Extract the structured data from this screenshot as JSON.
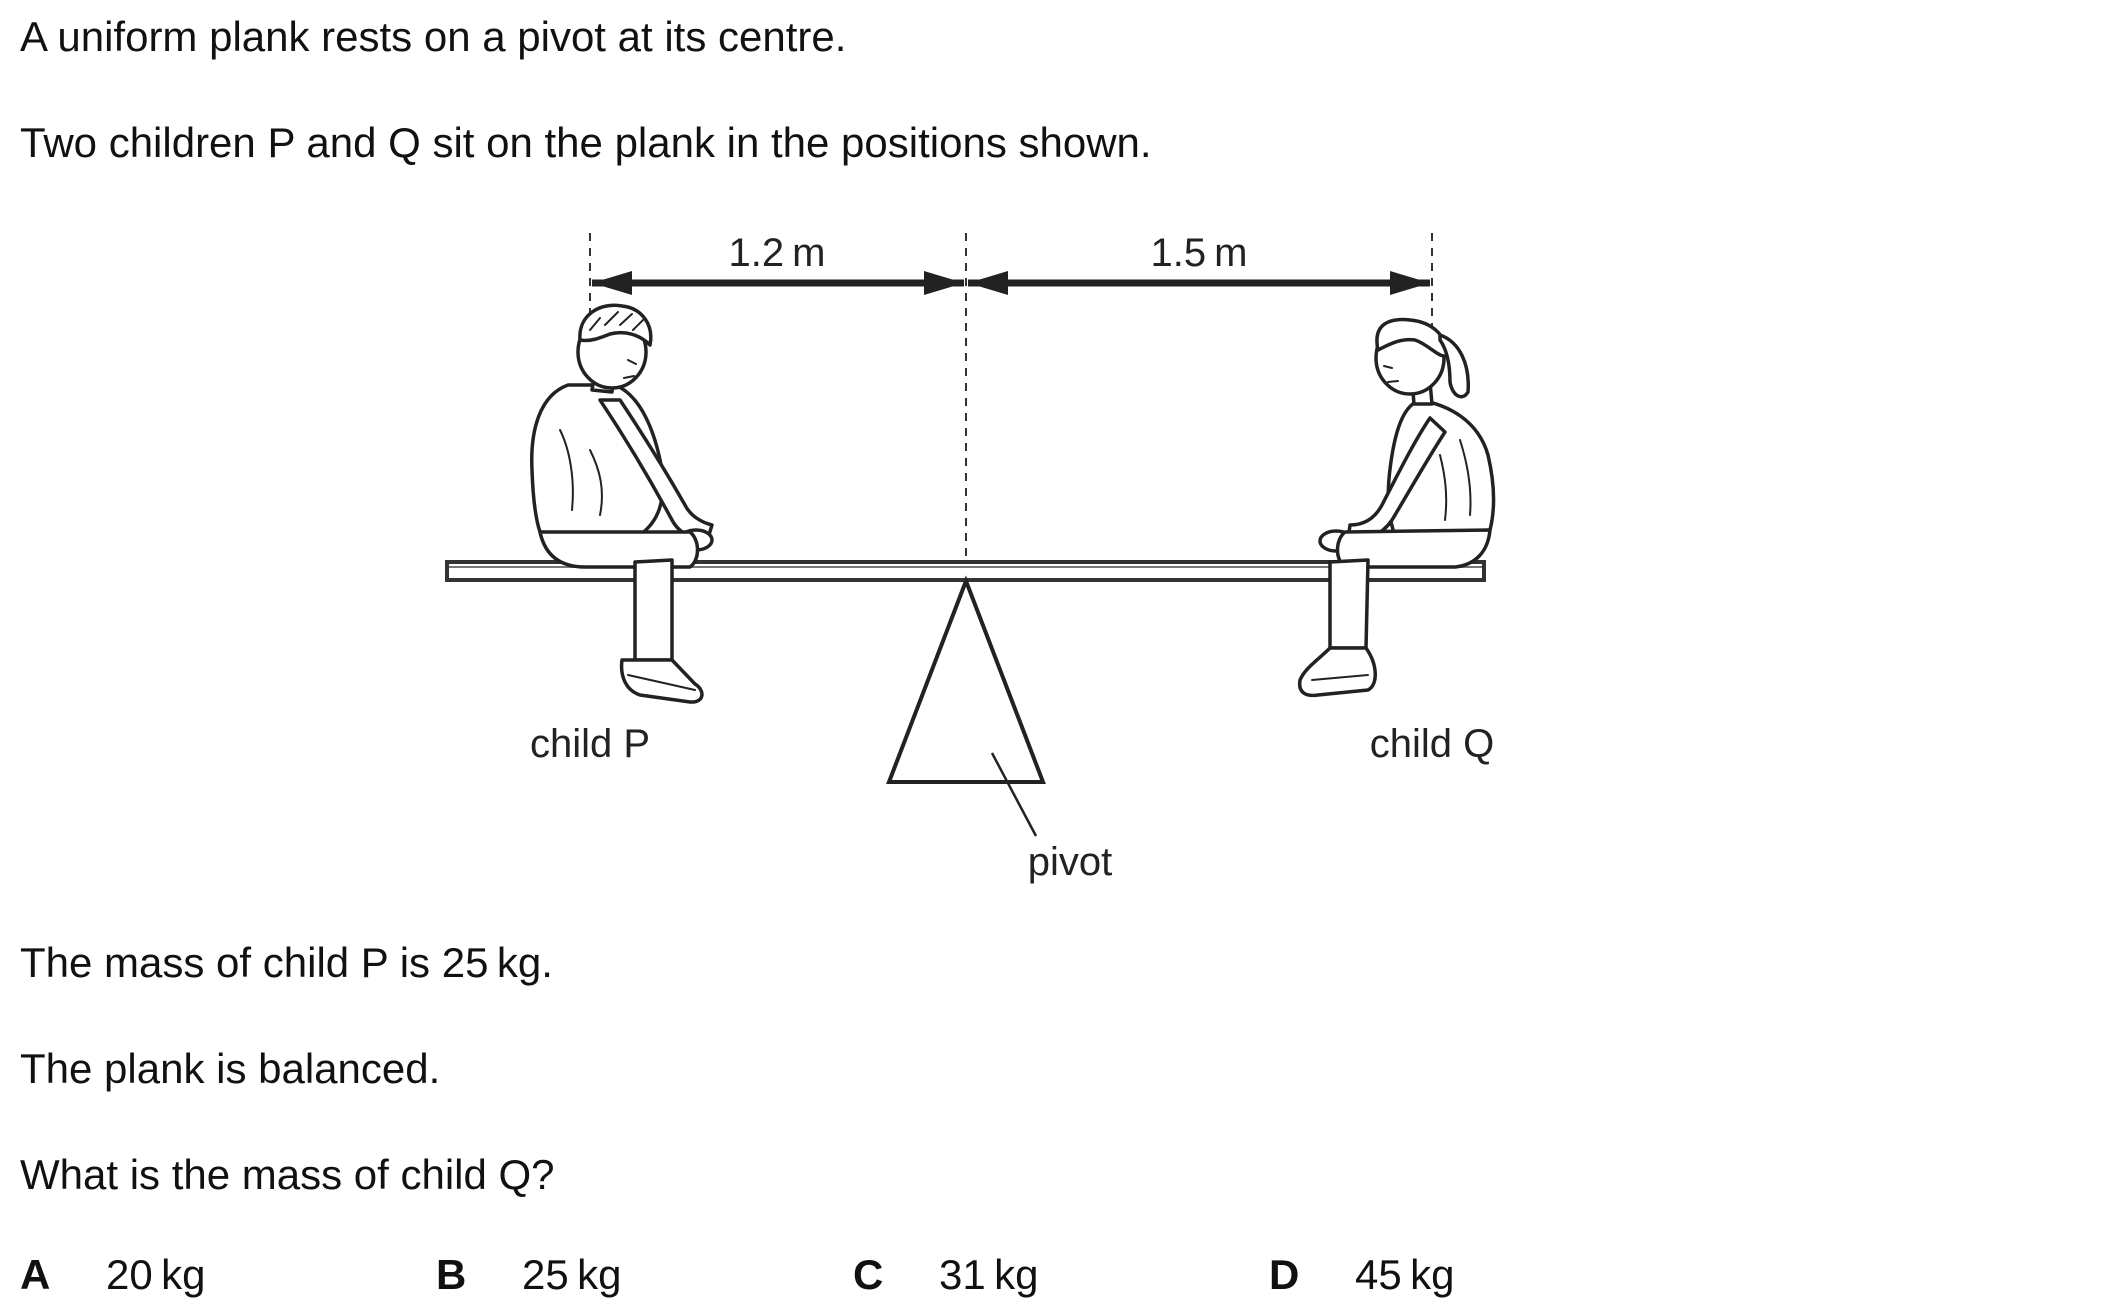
{
  "question": {
    "intro": "A uniform plank rests on a pivot at its centre.",
    "setup": "Two children P and Q sit on the plank in the positions shown.",
    "mass_statement": "The mass of child P is 25 kg.",
    "condition": "The plank is balanced.",
    "prompt": "What is the mass of child Q?"
  },
  "diagram": {
    "distance_left": "1.2 m",
    "distance_right": "1.5 m",
    "label_child_p": "child P",
    "label_child_q": "child Q",
    "label_pivot": "pivot"
  },
  "options": [
    {
      "letter": "A",
      "value": "20 kg"
    },
    {
      "letter": "B",
      "value": "25 kg"
    },
    {
      "letter": "C",
      "value": "31 kg"
    },
    {
      "letter": "D",
      "value": "45 kg"
    }
  ]
}
